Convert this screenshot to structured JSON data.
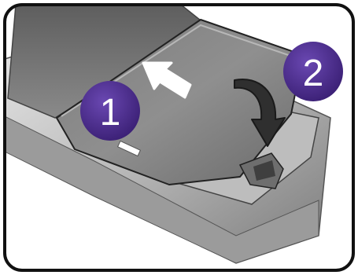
{
  "illustration": {
    "step_markers": [
      {
        "label": "1",
        "color": "#4b2b8e"
      },
      {
        "label": "2",
        "color": "#4b2b8e"
      }
    ],
    "arrows": [
      {
        "icon": "arrow-upleft-icon",
        "meaning": "slide"
      },
      {
        "icon": "arrow-down-icon",
        "meaning": "press"
      }
    ],
    "colors": {
      "frame_border": "#111111",
      "device_dark": "#5b5b5b",
      "device_light": "#cfcfcf",
      "marker_fill": "#4b2b8e",
      "marker_text": "#ffffff"
    }
  }
}
